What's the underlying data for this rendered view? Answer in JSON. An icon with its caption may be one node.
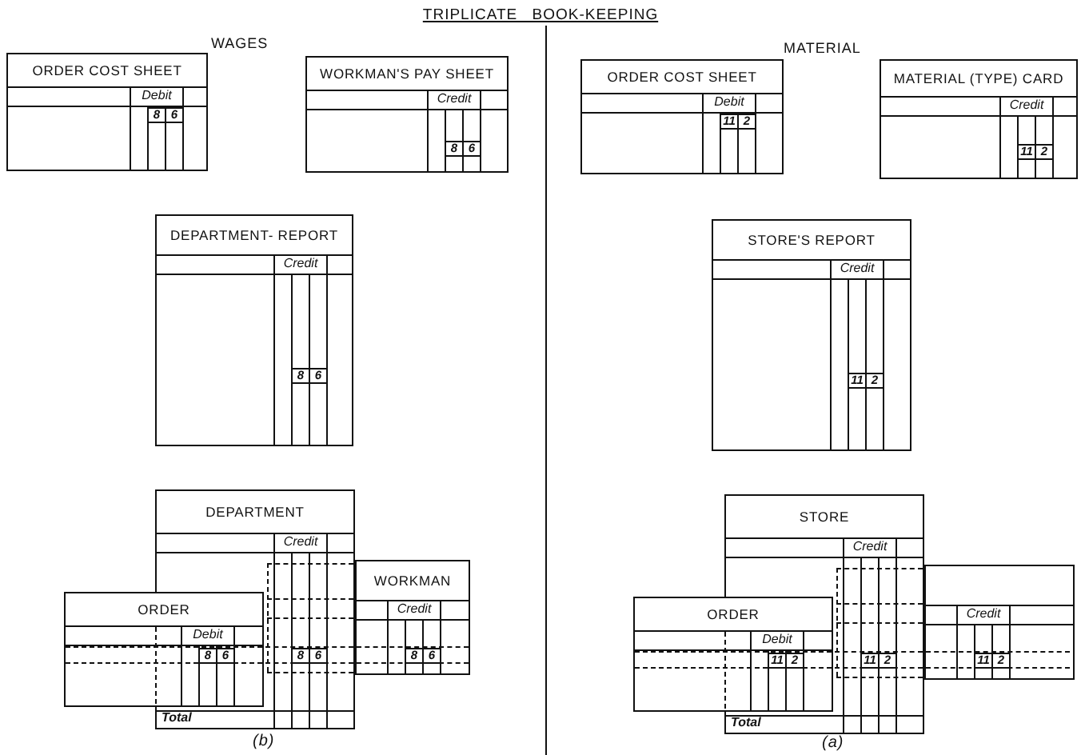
{
  "diagram": {
    "title": "TRIPLICATE BOOK-KEEPING",
    "nodes": [
      {
        "text": [
          "ORDER COST SHEET",
          "Debit",
          "8",
          "6"
        ]
      },
      {
        "text": [
          "WORKMAN'S PAY SHEET",
          "Credit",
          "8",
          "6"
        ]
      },
      {
        "text": [
          "DEPARTMENT- REPORT",
          "Credit",
          "8",
          "6"
        ]
      },
      {
        "text": [
          "DEPARTMENT",
          "Credit",
          "8",
          "6",
          "Total"
        ]
      },
      {
        "text": [
          "WORKMAN",
          "Credit",
          "8",
          "6"
        ]
      },
      {
        "text": [
          "ORDER",
          "Debit",
          "8",
          "6"
        ]
      },
      {
        "text": [
          "ORDER COST SHEET",
          "Debit",
          "11",
          "2"
        ]
      },
      {
        "text": [
          "MATERIAL (TYPE) CARD",
          "Credit",
          "11",
          "2"
        ]
      },
      {
        "text": [
          "STORE'S REPORT",
          "Credit",
          "11",
          "2"
        ]
      },
      {
        "text": [
          "STORE",
          "Credit",
          "11",
          "2",
          "Total"
        ]
      },
      {
        "text": [
          "Credit",
          "11",
          "2"
        ]
      },
      {
        "text": [
          "ORDER",
          "Debit",
          "11",
          "2"
        ]
      }
    ],
    "labels": [
      "WAGES",
      "MATERIAL",
      "(b)",
      "(a)"
    ]
  }
}
